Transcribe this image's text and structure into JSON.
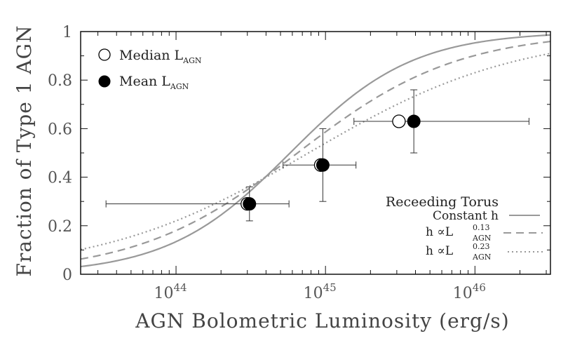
{
  "chart_data": {
    "type": "scatter",
    "xlabel": "AGN Bolometric Luminosity (erg/s)",
    "ylabel": "Fraction of Type 1 AGN",
    "xscale": "log",
    "xlim": [
      2.3e+43,
      3.2e+46
    ],
    "ylim": [
      0,
      1
    ],
    "y_ticks": [
      "0",
      "0.2",
      "0.4",
      "0.6",
      "0.8",
      "1"
    ],
    "x_ticks": [
      {
        "base": "10",
        "exp": "44",
        "value": 1e+44
      },
      {
        "base": "10",
        "exp": "45",
        "value": 1e+45
      },
      {
        "base": "10",
        "exp": "46",
        "value": 1e+46
      }
    ],
    "points": {
      "median": {
        "name": "Median L",
        "name_sub": "AGN",
        "x": [
          3e+44,
          9.3e+44,
          3.1e+45
        ],
        "y": [
          0.29,
          0.45,
          0.63
        ]
      },
      "mean": {
        "name": "Mean L",
        "name_sub": "AGN",
        "x": [
          3.1e+44,
          9.6e+44,
          3.9e+45
        ],
        "y": [
          0.29,
          0.45,
          0.63
        ],
        "xerr_low": [
          3.4e+43,
          5.2e+44,
          1.55e+45
        ],
        "xerr_high": [
          5.7e+44,
          1.6e+45,
          2.3e+46
        ],
        "yerr_low": [
          0.22,
          0.3,
          0.5
        ],
        "yerr_high": [
          0.36,
          0.6,
          0.76
        ]
      }
    },
    "models_title": "Receeding Torus",
    "models": [
      {
        "name": "Constant h",
        "style": "solid",
        "pivot_L": 5.8e+44,
        "slope": 1.06
      },
      {
        "name": "h ∝L",
        "name_sub": "AGN",
        "name_sup": "0.13",
        "style": "dashed",
        "pivot_L": 6.5e+44,
        "slope": 0.81
      },
      {
        "name": "h ∝L",
        "name_sub": "AGN",
        "name_sup": "0.23",
        "style": "dotted",
        "pivot_L": 7.7e+44,
        "slope": 0.62
      }
    ],
    "colors": {
      "curve": "#999999",
      "axis": "#111111",
      "error_bar": "#333333",
      "marker": "#000000"
    },
    "grid": false,
    "legend_position": "top-left"
  }
}
